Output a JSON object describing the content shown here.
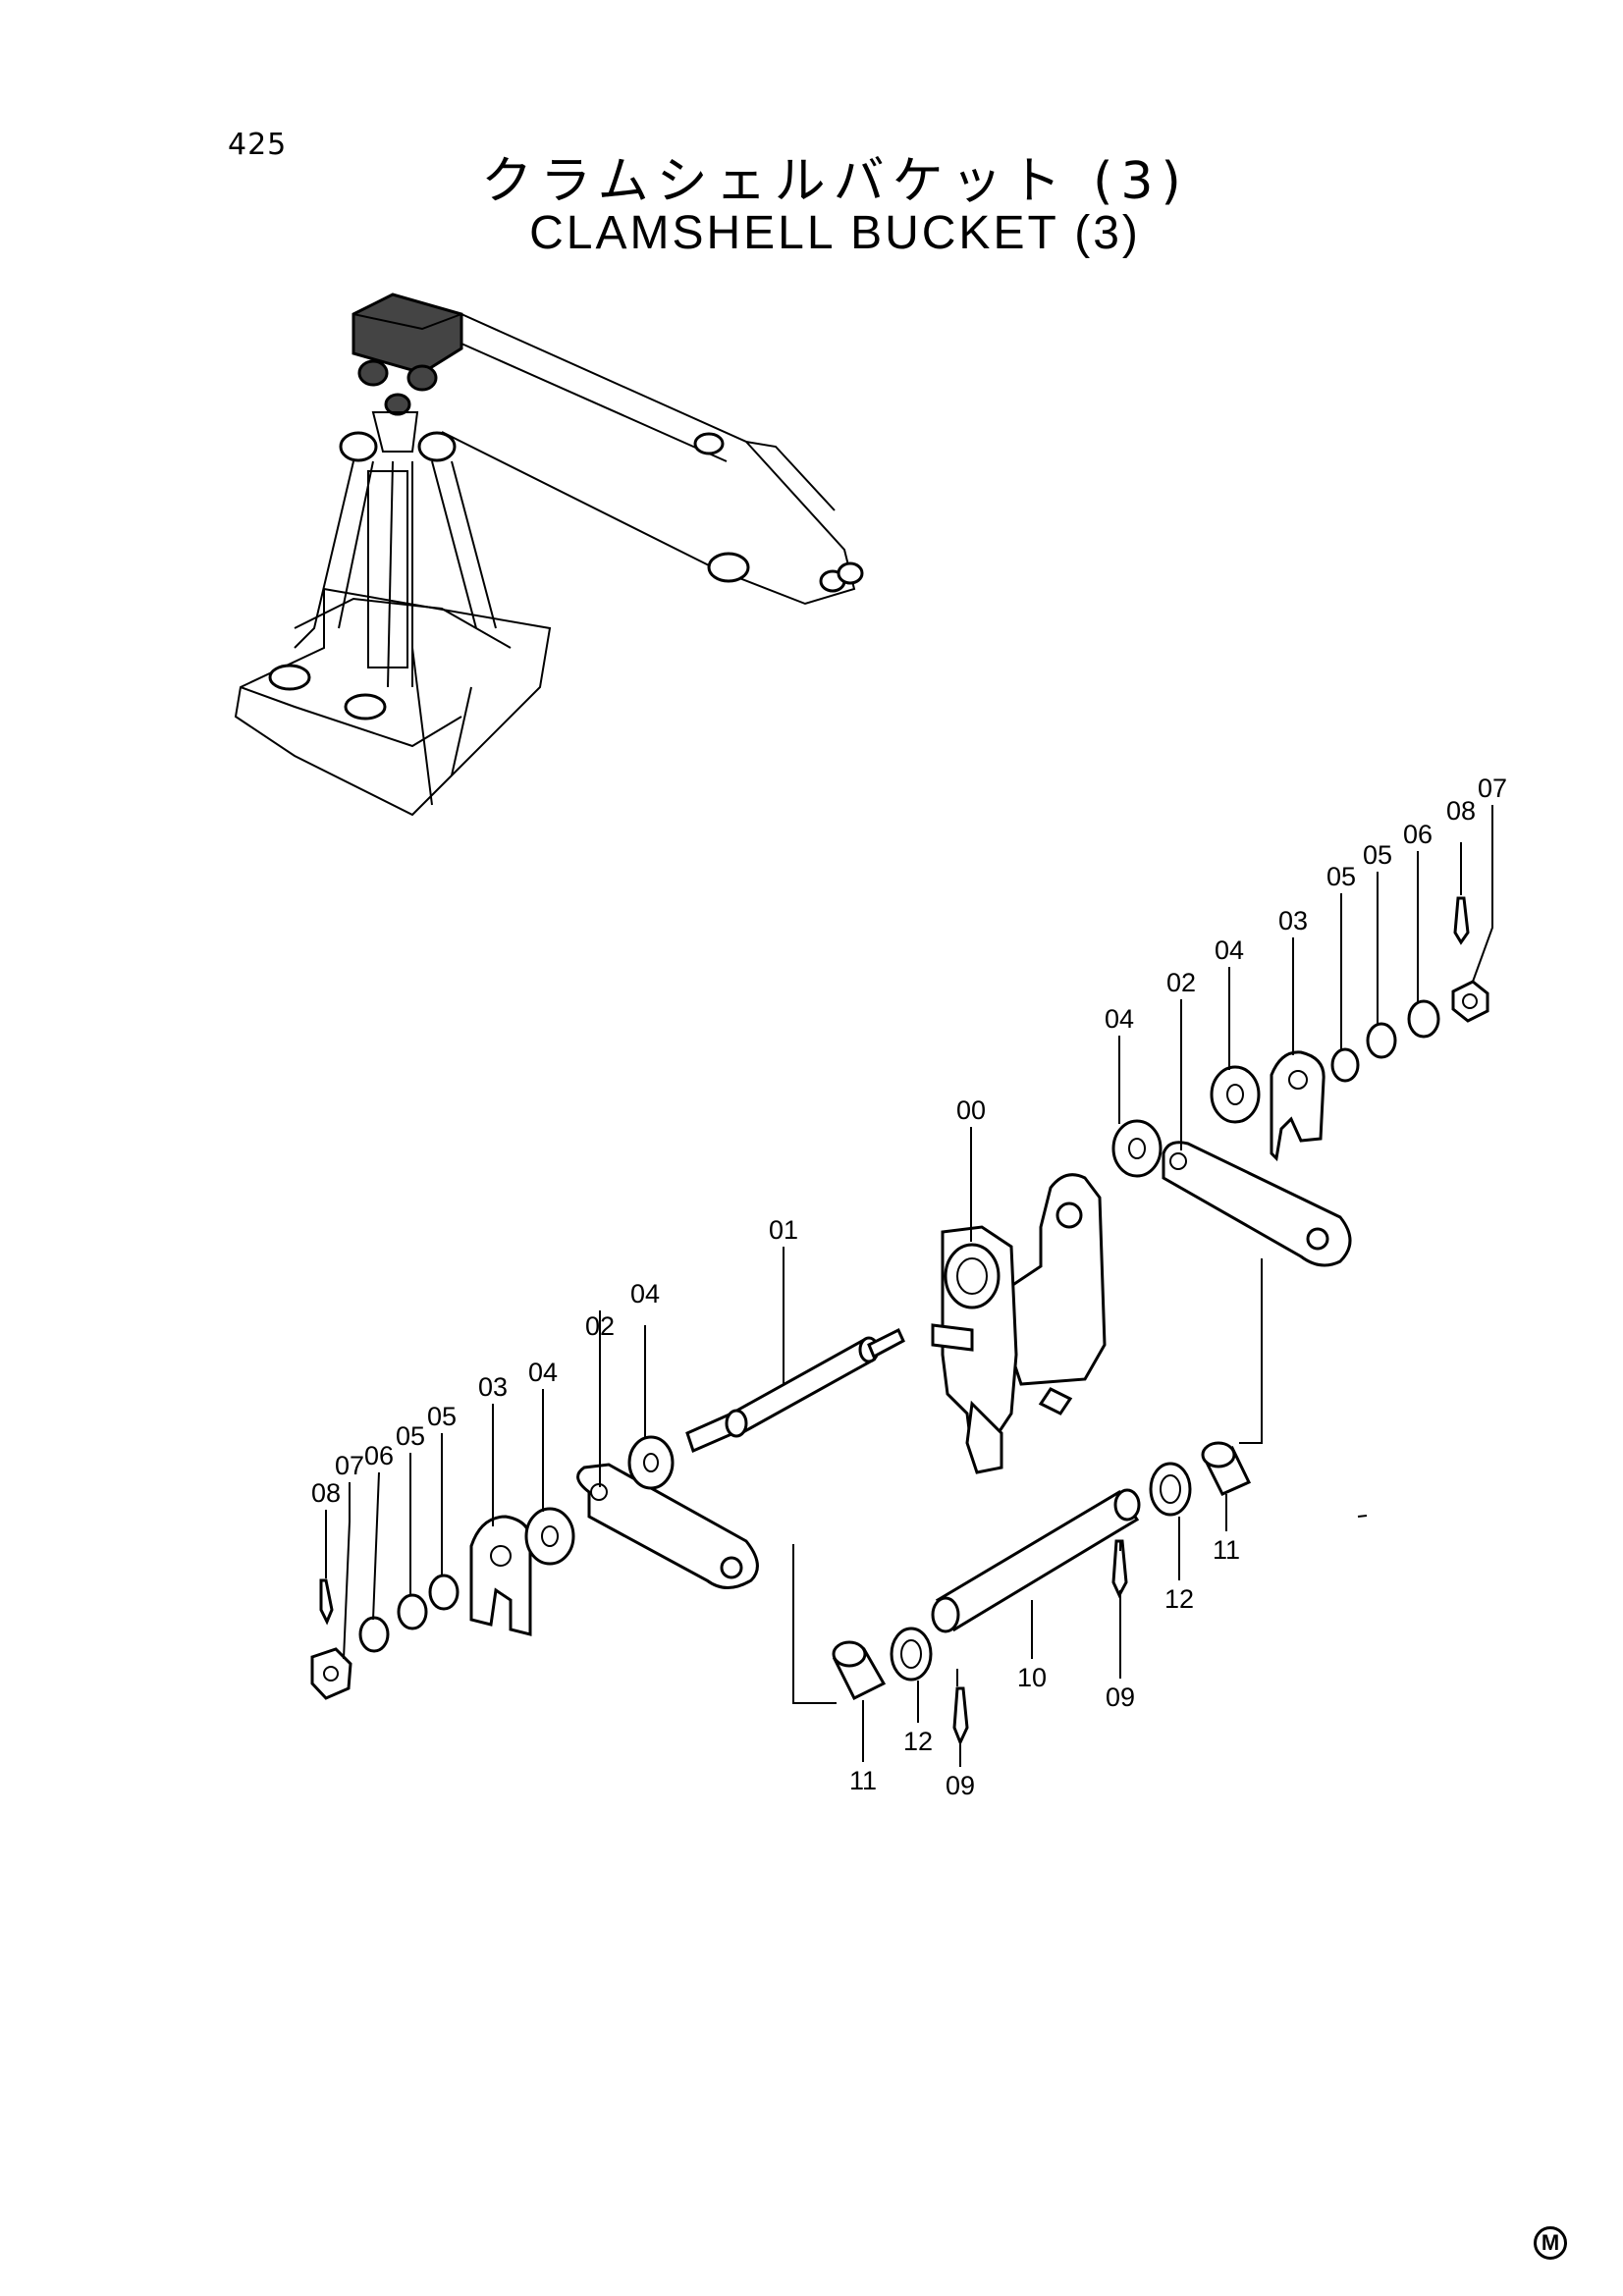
{
  "page_number": "425",
  "title_jp": "クラムシェルバケット (3)",
  "title_en": "CLAMSHELL  BUCKET  (3)",
  "mark_symbol": "M",
  "part_labels": {
    "p00": "00",
    "p01": "01",
    "p02a": "02",
    "p02b": "02",
    "p03a": "03",
    "p03b": "03",
    "p04a": "04",
    "p04b": "04",
    "p04c": "04",
    "p04d": "04",
    "p05a": "05",
    "p05b": "05",
    "p05c": "05",
    "p05d": "05",
    "p06a": "06",
    "p06b": "06",
    "p07a": "07",
    "p07b": "07",
    "p08a": "08",
    "p08b": "08",
    "p09a": "09",
    "p09b": "09",
    "p10": "10",
    "p11a": "11",
    "p11b": "11",
    "p12a": "12",
    "p12b": "12"
  }
}
